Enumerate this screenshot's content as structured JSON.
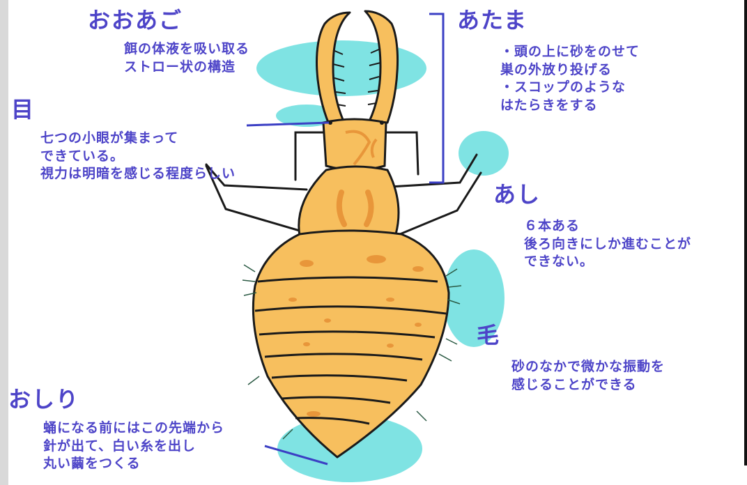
{
  "labels": {
    "ooago": {
      "title": "おおあご",
      "desc": "餌の体液を吸い取る\nストロー状の構造"
    },
    "me": {
      "title": "目",
      "desc": "七つの小眼が集まって\nできている。\n視力は明暗を感じる程度らしい"
    },
    "atama": {
      "title": "あたま",
      "desc": "・頭の上に砂をのせて\n巣の外放り投げる\n・スコップのような\nはたらきをする"
    },
    "ashi": {
      "title": "あし",
      "desc": "６本ある\n後ろ向きにしか進むことが\nできない。"
    },
    "ke": {
      "title": "毛",
      "desc": "砂のなかで微かな振動を\n感じることができる"
    },
    "oshiri": {
      "title": "おしり",
      "desc": "蛹になる前にはこの先端から\n針が出て、白い糸を出し\n丸い繭をつくる"
    }
  },
  "colors": {
    "label_text": "#4d44c8",
    "pointer_line": "#3b3fc4",
    "highlight": "#7fe3e3",
    "body_fill": "#f7bf5e",
    "body_spots": "#e8963a",
    "outline": "#1a1a1a"
  }
}
